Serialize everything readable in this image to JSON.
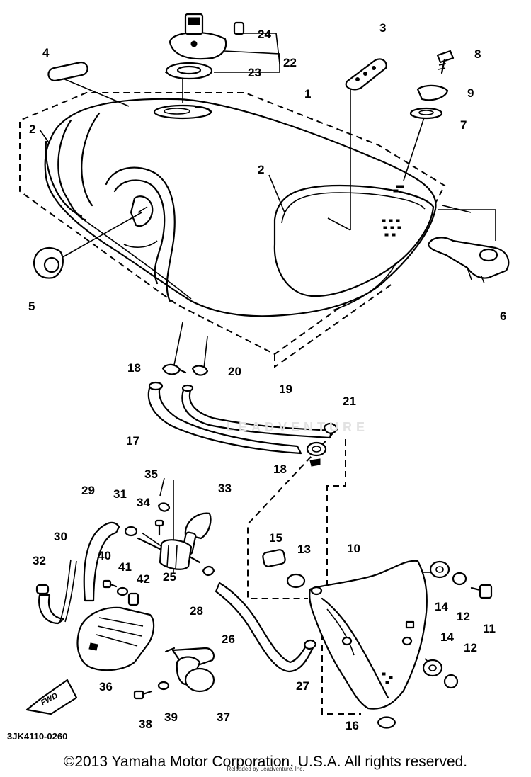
{
  "diagram_code": "3JK4110-0260",
  "copyright": "©2013 Yamaha Motor Corporation, U.S.A. All rights reserved.",
  "reload_note": "Reloaded by Leadventure, Inc.",
  "watermark": "LEADVENTURE",
  "fwd_label": "FWD",
  "callouts": [
    "1",
    "2",
    "2",
    "3",
    "4",
    "5",
    "6",
    "7",
    "8",
    "9",
    "10",
    "11",
    "12",
    "12",
    "13",
    "14",
    "14",
    "15",
    "16",
    "17",
    "18",
    "18",
    "19",
    "20",
    "21",
    "22",
    "23",
    "24",
    "25",
    "26",
    "27",
    "28",
    "29",
    "30",
    "31",
    "32",
    "33",
    "34",
    "35",
    "36",
    "37",
    "38",
    "39",
    "40",
    "41",
    "42"
  ]
}
